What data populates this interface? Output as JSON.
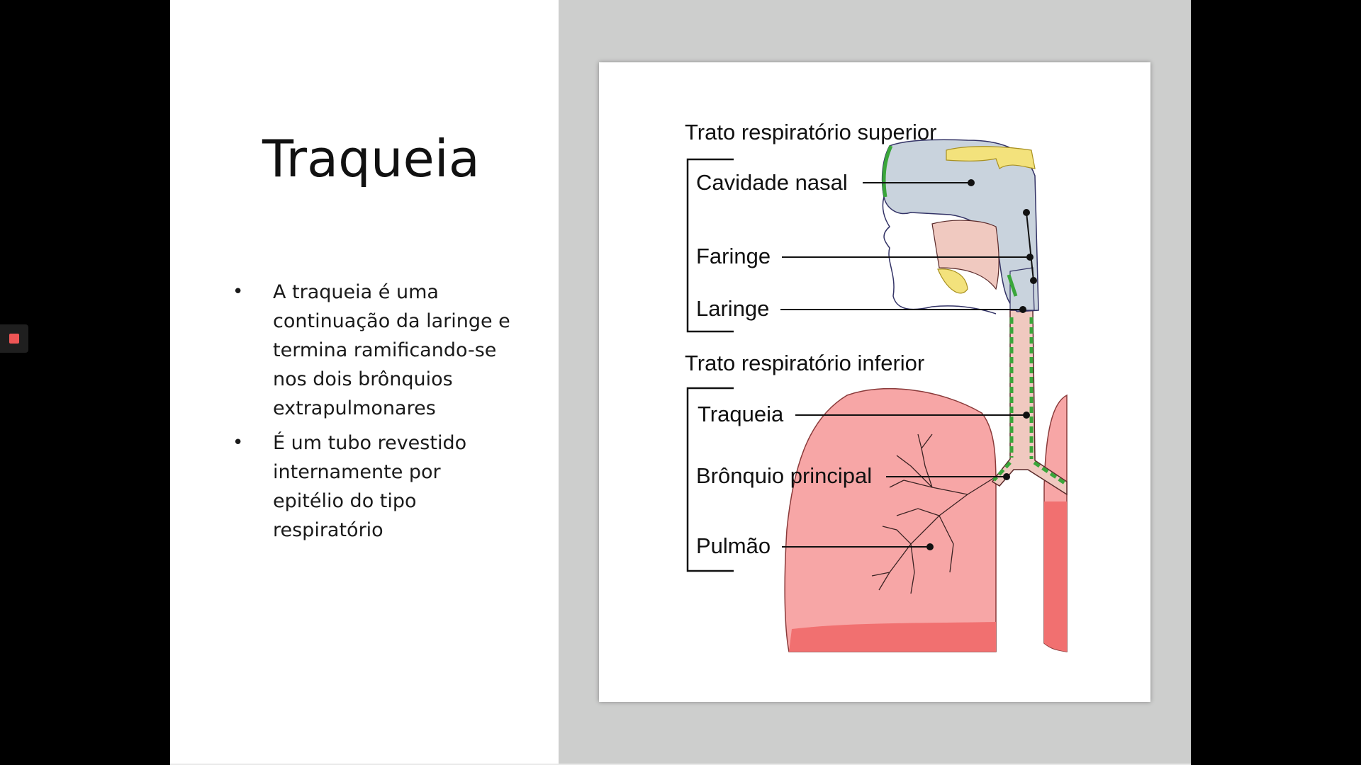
{
  "slide": {
    "title": "Traqueia",
    "bullets": [
      "A traqueia é uma continuação da laringe e termina ramificando-se nos dois brônquios extrapulmonares",
      "É um tubo revestido internamente por epitélio do tipo respiratório"
    ]
  },
  "diagram": {
    "upper_heading": "Trato respiratório superior",
    "lower_heading": "Trato respiratório inferior",
    "labels": {
      "nasal": "Cavidade nasal",
      "pharynx": "Faringe",
      "larynx": "Laringe",
      "trachea": "Traqueia",
      "bronchus": "Brônquio principal",
      "lung": "Pulmão"
    }
  },
  "colors": {
    "lung_fill": "#f7a6a6",
    "lung_dark": "#f17070",
    "airway_fill": "#c9d3dd",
    "bone_yellow": "#f3e27c",
    "tissue_pink": "#f0c9c0",
    "epithelium_green": "#3aa63a",
    "record_red": "#ee5555"
  }
}
